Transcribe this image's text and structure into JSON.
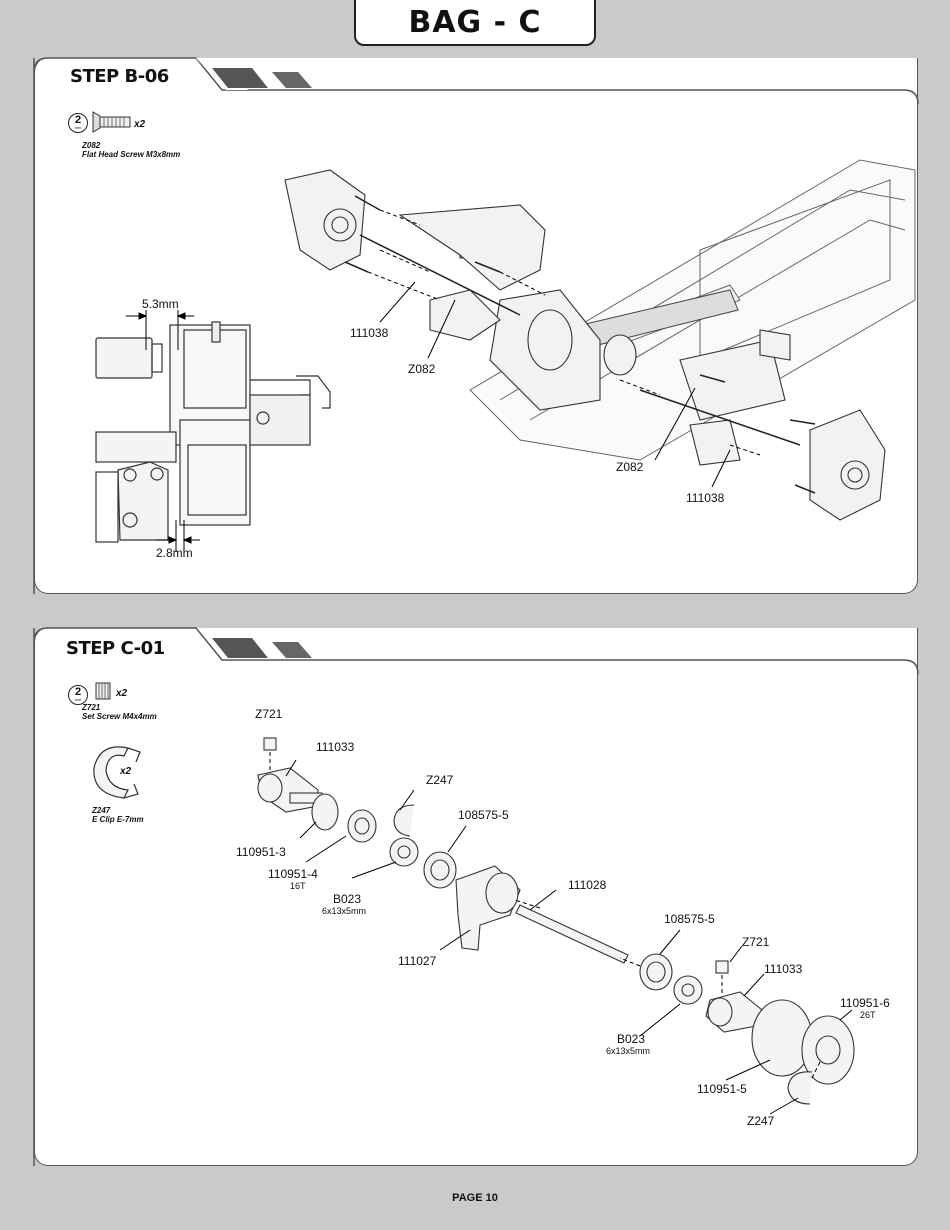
{
  "bag_title": "BAG - C",
  "step1": {
    "title": "STEP B-06",
    "tool": {
      "size": "2",
      "unit": "mm"
    },
    "part": {
      "qty": "x2",
      "code": "Z082",
      "desc": "Flat Head Screw M3x8mm"
    },
    "labels": {
      "dim_top": "5.3mm",
      "dim_bottom": "2.8mm",
      "link_left": "111038",
      "screw_left": "Z082",
      "screw_right": "Z082",
      "link_right": "111038"
    }
  },
  "step2": {
    "title": "STEP C-01",
    "tool": {
      "size": "2",
      "unit": "mm"
    },
    "part1": {
      "qty": "x2",
      "code": "Z721",
      "desc": "Set Screw M4x4mm"
    },
    "part2": {
      "qty": "x2",
      "code": "Z247",
      "desc": "E Clip E-7mm"
    },
    "labels": {
      "z721_a": "Z721",
      "p111033_a": "111033",
      "z247_a": "Z247",
      "p108575_a": "108575-5",
      "p110951_3": "110951-3",
      "p110951_4": "110951-4",
      "p110951_4_sub": "16T",
      "b023_a": "B023",
      "b023_a_sub": "6x13x5mm",
      "p111028": "111028",
      "p111027": "111027",
      "p108575_b": "108575-5",
      "z721_b": "Z721",
      "p111033_b": "111033",
      "p110951_6": "110951-6",
      "p110951_6_sub": "26T",
      "b023_b": "B023",
      "b023_b_sub": "6x13x5mm",
      "p110951_5": "110951-5",
      "z247_b": "Z247"
    }
  },
  "footer": "PAGE 10"
}
